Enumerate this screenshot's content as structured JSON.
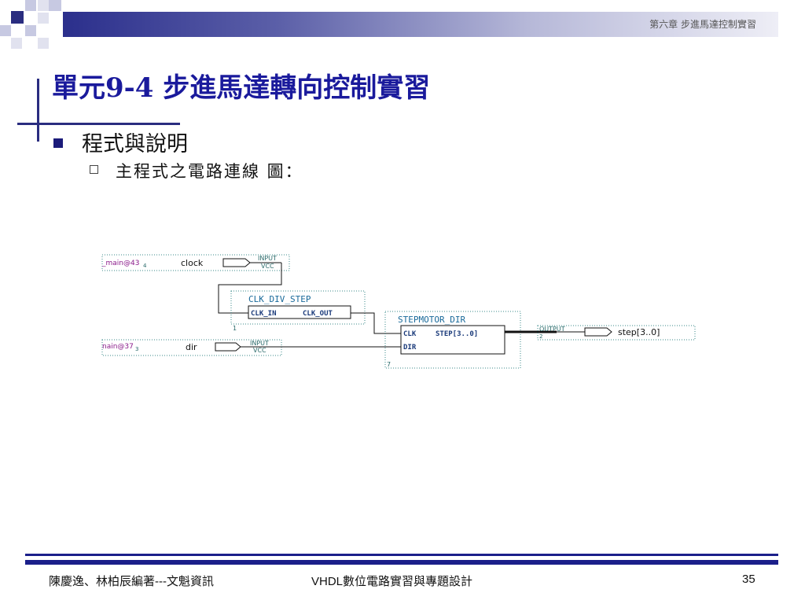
{
  "header": {
    "chapter": "第六章 步進馬達控制實習",
    "accent_color": "#2b2f8c"
  },
  "slide": {
    "title": "單元9-4 步進馬達轉向控制實習",
    "bullet1": "程式與說明",
    "bullet2": "主程式之電路連線 圖："
  },
  "diagram": {
    "pin_clock": "_main@43",
    "pin_clock_num": "4",
    "clock_label": "clock",
    "input_tag": "INPUT",
    "vcc_tag": "VCC",
    "pin_dir": "nain@37",
    "pin_dir_num": "3",
    "dir_label": "dir",
    "div_block": "CLK_DIV_STEP",
    "div_in": "CLK_IN",
    "div_out": "CLK_OUT",
    "div_num": "1",
    "motor_block": "STEPMOTOR_DIR",
    "motor_clk": "CLK",
    "motor_dir": "DIR",
    "motor_step": "STEP[3..0]",
    "motor_num": "7",
    "output_tag": "OUTPUT",
    "output_label": "step[3..0]",
    "output_num": "2"
  },
  "footer": {
    "authors": "陳慶逸、林柏辰編著---文魁資訊",
    "book": "VHDL數位電路實習與專題設計",
    "page": "35"
  }
}
